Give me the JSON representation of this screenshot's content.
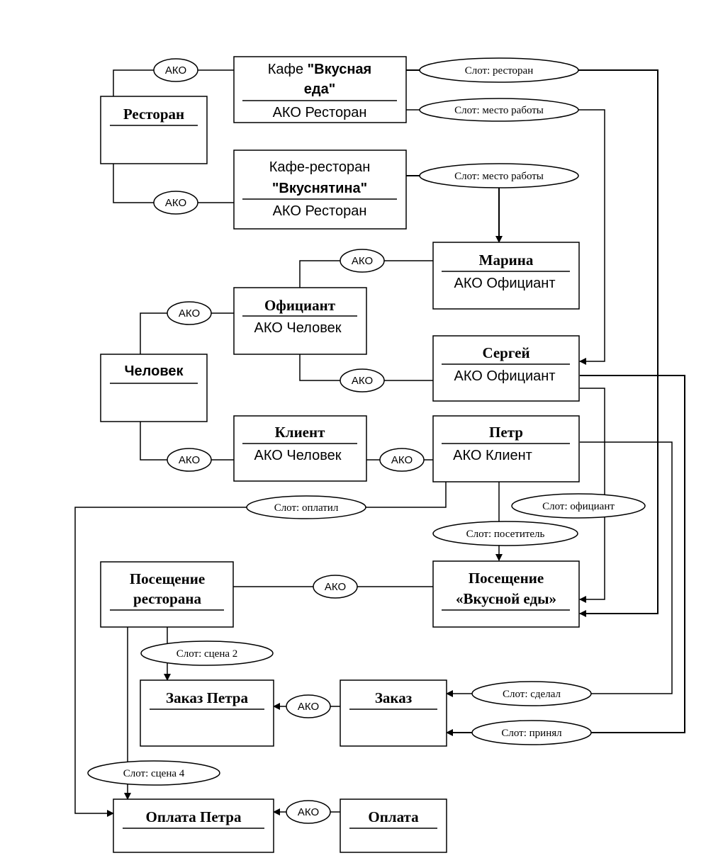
{
  "frames": {
    "restoran": {
      "title": "Ресторан"
    },
    "kafe_vkusnaya": {
      "title_part1": "Кафе ",
      "title_part2": "\"Вкусная",
      "title_line2": "еда\"",
      "sub": "АКО Ресторан"
    },
    "kafe_vkusnyatina": {
      "title_line1": "Кафе-ресторан",
      "title_line2": "\"Вкуснятина\"",
      "sub": "АКО Ресторан"
    },
    "marina": {
      "title": "Марина",
      "sub": "АКО Официант"
    },
    "oficiant": {
      "title": "Официант",
      "sub": "АКО Человек"
    },
    "chelovek": {
      "title": "Человек"
    },
    "sergey": {
      "title": "Сергей",
      "sub": "АКО Официант"
    },
    "klient": {
      "title": "Клиент",
      "sub": "АКО Человек"
    },
    "petr": {
      "title": "Петр",
      "sub": "АКО Клиент"
    },
    "poseschenie_restorana": {
      "title_line1": "Посещение",
      "title_line2": "ресторана"
    },
    "poseschenie_vkusnoy": {
      "title_line1": "Посещение",
      "title_line2": "«Вкусной еды»"
    },
    "zakaz_petra": {
      "title": "Заказ Петра"
    },
    "zakaz": {
      "title": "Заказ"
    },
    "oplata_petra": {
      "title": "Оплата Петра"
    },
    "oplata": {
      "title": "Оплата"
    }
  },
  "ako_label": "АКО",
  "slots": {
    "restoran": "Слот: ресторан",
    "mesto_raboty_1": "Слот: место работы",
    "mesto_raboty_2": "Слот: место работы",
    "oplatil": "Слот: оплатил",
    "oficiant": "Слот: официант",
    "posetitel": "Слот: посетитель",
    "scena_2": "Слот: сцена 2",
    "sdelal": "Слот: сделал",
    "prinyal": "Слот: принял",
    "scena_4": "Слот: сцена 4"
  },
  "colors": {
    "line": "#000000",
    "background": "#ffffff"
  }
}
